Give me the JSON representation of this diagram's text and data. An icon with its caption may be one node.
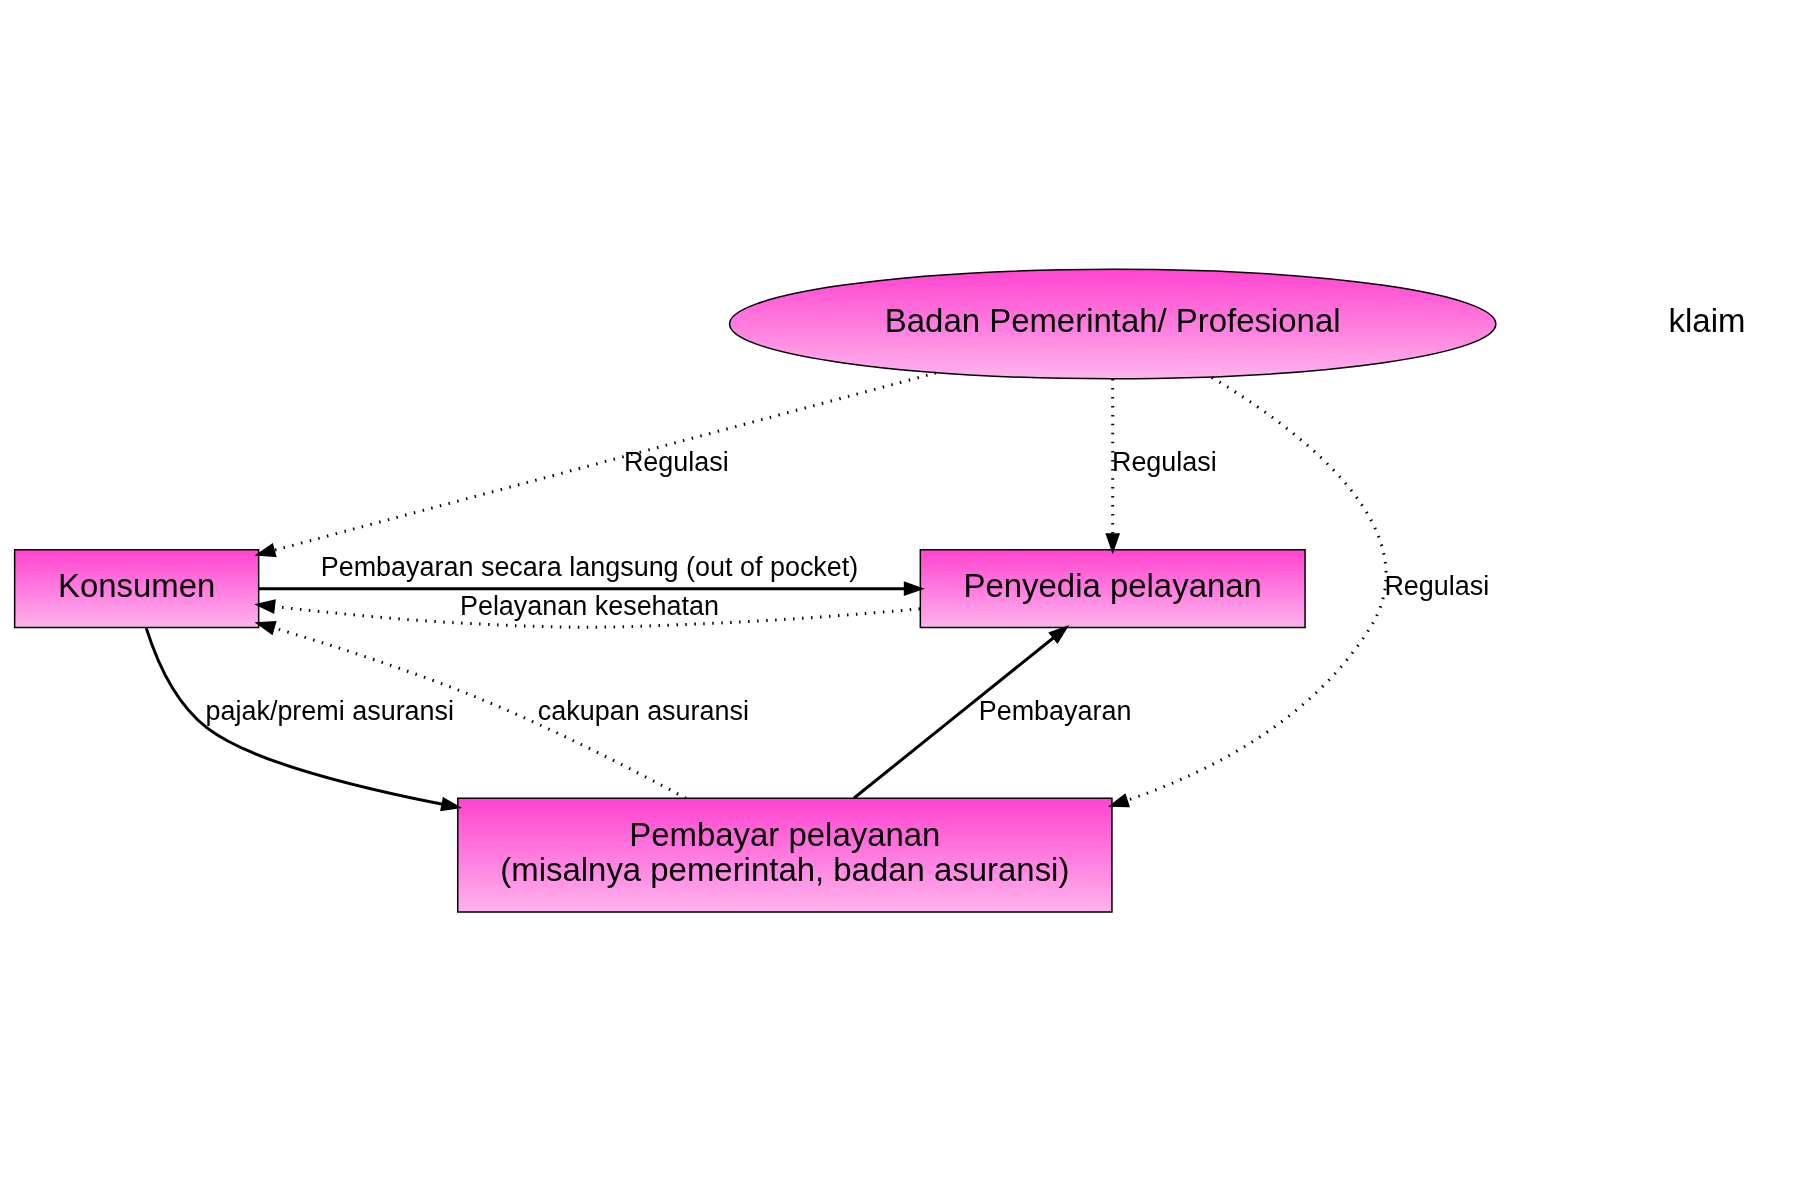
{
  "diagram": {
    "nodes": [
      {
        "text": [
          "Konsumen"
        ]
      },
      {
        "text": [
          "Penyedia pelayanan"
        ]
      },
      {
        "text": [
          "Badan Pemerintah/ Profesional"
        ]
      },
      {
        "text": [
          "Pembayar pelayanan",
          "(misalnya pemerintah, badan asuransi)"
        ]
      }
    ],
    "edges": [
      {
        "from": 0,
        "to": 1,
        "arrow": "to",
        "label": "Pembayaran secara langsung (out of pocket)"
      },
      {
        "from": 1,
        "to": 0,
        "arrow": "to",
        "style": "dashed",
        "label": "Pelayanan kesehatan"
      },
      {
        "from": 2,
        "to": 0,
        "arrow": "to",
        "style": "dashed",
        "label": "Regulasi"
      },
      {
        "from": 2,
        "to": 1,
        "arrow": "to",
        "style": "dashed",
        "label": "Regulasi"
      },
      {
        "from": 0,
        "to": 3,
        "arrow": "to",
        "label": "pajak/premi asuransi"
      },
      {
        "from": 3,
        "to": 0,
        "arrow": "to",
        "style": "dashed",
        "label": "cakupan asuransi"
      },
      {
        "from": 2,
        "to": 3,
        "arrow": "to",
        "style": "dashed",
        "label": "Regulasi"
      },
      {
        "from": 3,
        "to": 1,
        "arrow": "to",
        "label": "Pembayaran"
      }
    ],
    "labels": [
      "klaim"
    ]
  }
}
